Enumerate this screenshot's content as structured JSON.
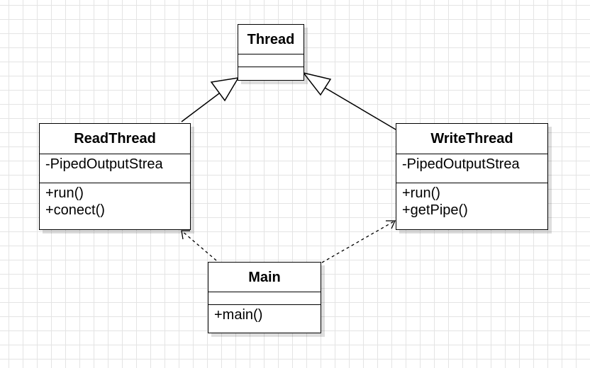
{
  "diagram": {
    "classes": {
      "thread": {
        "name": "Thread"
      },
      "read_thread": {
        "name": "ReadThread",
        "attributes": [
          "-PipedOutputStrea"
        ],
        "methods": [
          "+run()",
          "+conect()"
        ]
      },
      "write_thread": {
        "name": "WriteThread",
        "attributes": [
          "-PipedOutputStrea"
        ],
        "methods": [
          "+run()",
          "+getPipe()"
        ]
      },
      "main": {
        "name": "Main",
        "methods": [
          "+main()"
        ]
      }
    },
    "relations": [
      {
        "from": "ReadThread",
        "to": "Thread",
        "kind": "inheritance"
      },
      {
        "from": "WriteThread",
        "to": "Thread",
        "kind": "inheritance"
      },
      {
        "from": "Main",
        "to": "ReadThread",
        "kind": "dependency"
      },
      {
        "from": "Main",
        "to": "WriteThread",
        "kind": "dependency"
      }
    ],
    "colors": {
      "line": "#000000",
      "grid": "#e4e4e4",
      "background": "#ffffff"
    }
  }
}
